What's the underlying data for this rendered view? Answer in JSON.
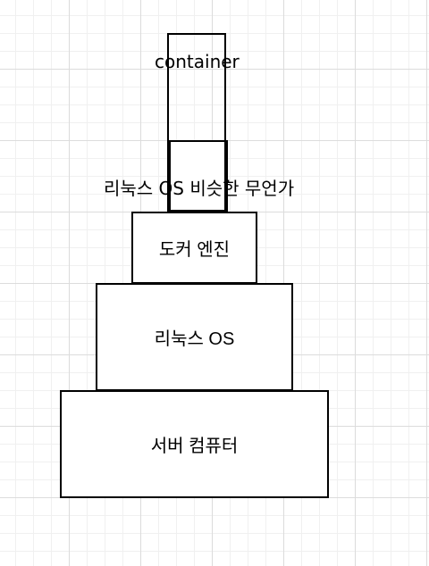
{
  "diagram": {
    "container": "container",
    "linux_like": "리눅스 OS 비슷한 무언가",
    "docker_engine": "도커 엔진",
    "linux_os": "리눅스 OS",
    "server_computer": "서버 컴퓨터"
  }
}
